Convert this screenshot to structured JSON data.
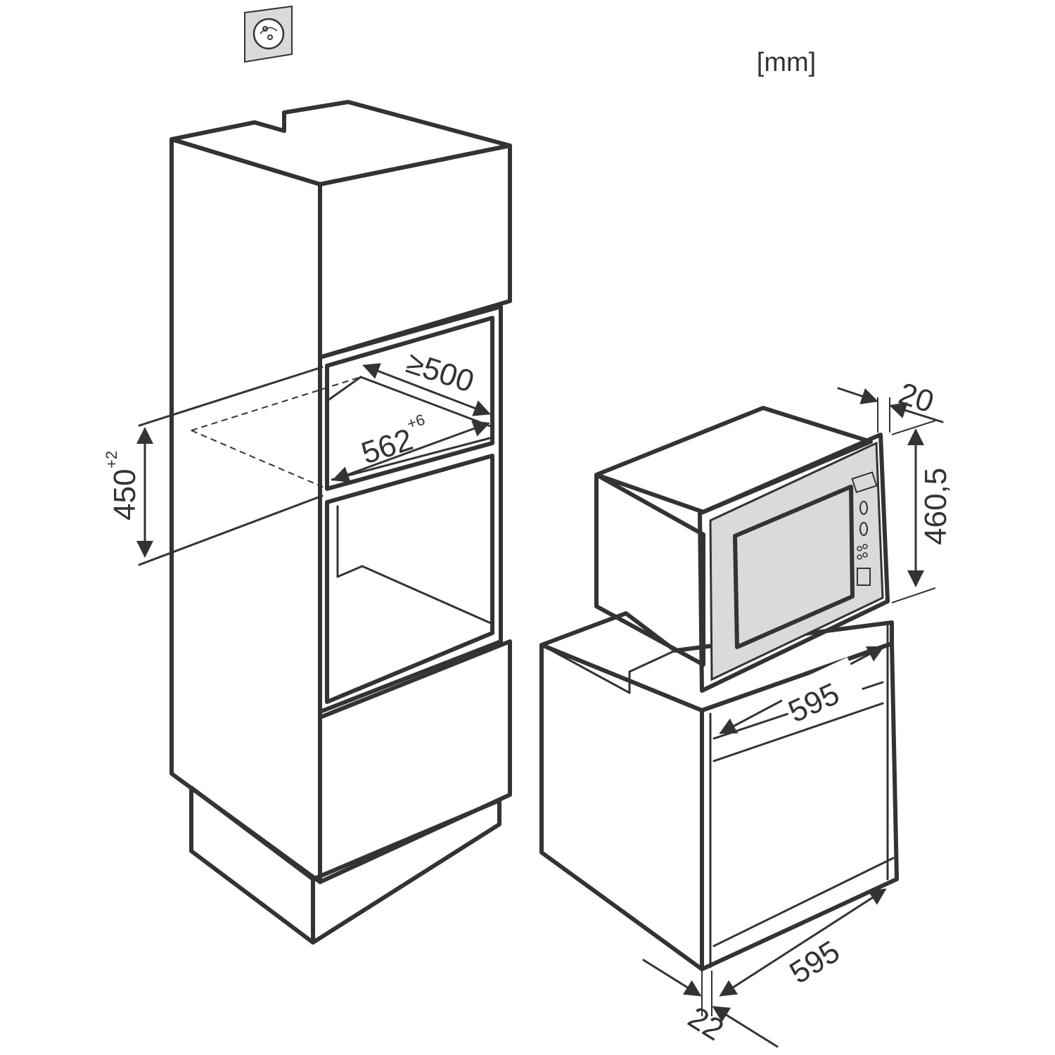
{
  "unit_label": "[mm]",
  "colors": {
    "line": "#333333",
    "panel_light": "#d9dada",
    "panel_mid": "#c8c8c8",
    "panel_dark": "#bcbcbc",
    "background": "#ffffff"
  },
  "icons": {
    "socket": "power-socket-icon",
    "arrow": "dimension-arrow-icon"
  },
  "dimensions": {
    "niche_depth": {
      "value": "≥500"
    },
    "niche_width": {
      "value": "562",
      "tolerance": "+6"
    },
    "niche_height": {
      "value": "450",
      "tolerance": "+2"
    },
    "front_depth": {
      "value": "20"
    },
    "appliance_height": {
      "value": "460,5"
    },
    "appliance_width_front": {
      "value": "595"
    },
    "cabinet_width": {
      "value": "595"
    },
    "side_gap": {
      "value": "22"
    }
  }
}
